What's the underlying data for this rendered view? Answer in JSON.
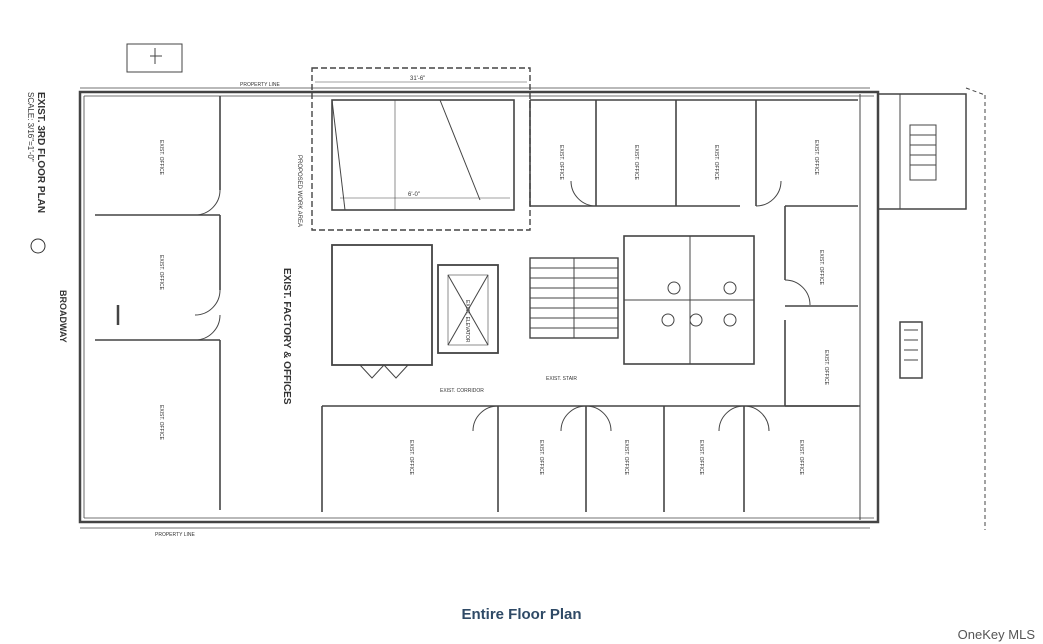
{
  "plan": {
    "title": "EXIST. 3RD FLOOR PLAN",
    "scale": "SCALE: 3/16\"=1'-0\"",
    "street": "BROADWAY",
    "main_area": "EXIST. FACTORY & OFFICES",
    "main_area_note": "PROPOSED WORK AREA",
    "property_line": "PROPERTY LINE",
    "dimension_top": "31'-6\"",
    "dimension_mid": "6'-0\"",
    "corridor_label": "EXIST. CORRIDOR",
    "elevator_label": "EXIST. ELEVATOR",
    "office_label": "EXIST. OFFICE",
    "stair_label": "EXIST. STAIR"
  },
  "caption": "Entire Floor Plan",
  "watermark": "OneKey MLS"
}
